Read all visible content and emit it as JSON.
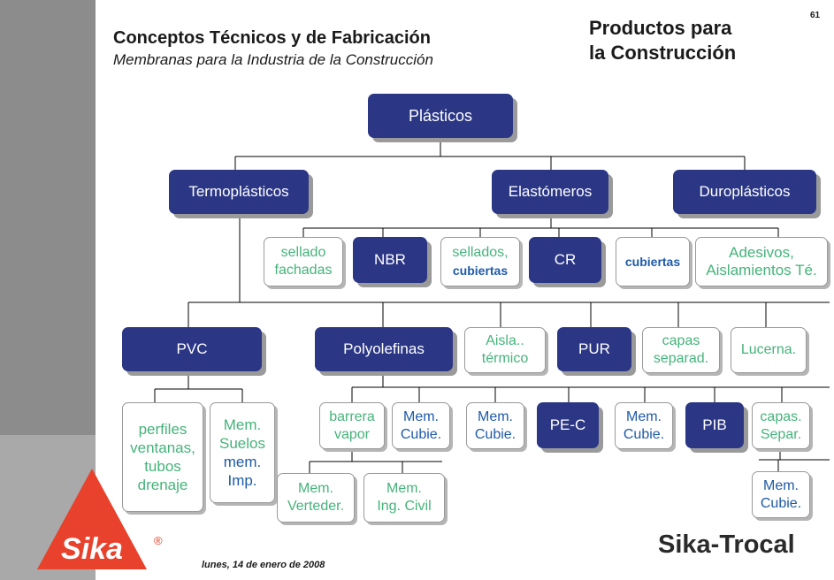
{
  "header": {
    "title": "Conceptos Técnicos y de Fabricación",
    "subtitle": "Membranas para la Industria de la Construcción",
    "product_line1": "Productos para",
    "product_line2": "la Construcción",
    "page_number": "61"
  },
  "tree": {
    "root": "Plásticos",
    "termoplasticos": "Termoplásticos",
    "elastomeros": "Elastómeros",
    "duroplasticos": "Duroplásticos",
    "sellado_fachadas": [
      "sellado",
      "fachadas"
    ],
    "nbr": "NBR",
    "sellados_cubiertas": [
      "sellados,",
      "cubiertas"
    ],
    "cr": "CR",
    "cubiertas": "cubiertas",
    "adesivos": [
      "Adesivos,",
      "Aislamientos Té."
    ],
    "pvc": "PVC",
    "polyolefinas": "Polyolefinas",
    "aisla_termico": [
      "Aisla..",
      "térmico"
    ],
    "pur": "PUR",
    "capas_separad": [
      "capas",
      "separad."
    ],
    "lucerna": "Lucerna.",
    "perfiles": [
      "perfiles",
      "ventanas,",
      "tubos",
      "drenaje"
    ],
    "mem_suelos": [
      "Mem.",
      "Suelos",
      "mem.",
      "Imp."
    ],
    "barrera_vapor": [
      "barrera",
      "vapor"
    ],
    "mem_cubie_1": [
      "Mem.",
      "Cubie."
    ],
    "mem_cubie_2": [
      "Mem.",
      "Cubie."
    ],
    "pe_c": "PE-C",
    "mem_cubie_3": [
      "Mem.",
      "Cubie."
    ],
    "pib": "PIB",
    "capas_separ": [
      "capas.",
      "Separ."
    ],
    "mem_verteder": [
      "Mem.",
      "Verteder."
    ],
    "mem_ing_civil": [
      "Mem.",
      "Ing. Civil"
    ],
    "mem_cubie_4": [
      "Mem.",
      "Cubie."
    ]
  },
  "footer": {
    "date": "lunes, 14 de enero de 2008",
    "brand": "Sika-Trocal",
    "logo_text": "Sika",
    "logo_mark": "®"
  },
  "colors": {
    "dark_box": "#2b3785",
    "green_text": "#45b37a",
    "blue_text": "#1e5aa8",
    "logo_red": "#e8412c",
    "sidebar": "#8c8c8c"
  }
}
